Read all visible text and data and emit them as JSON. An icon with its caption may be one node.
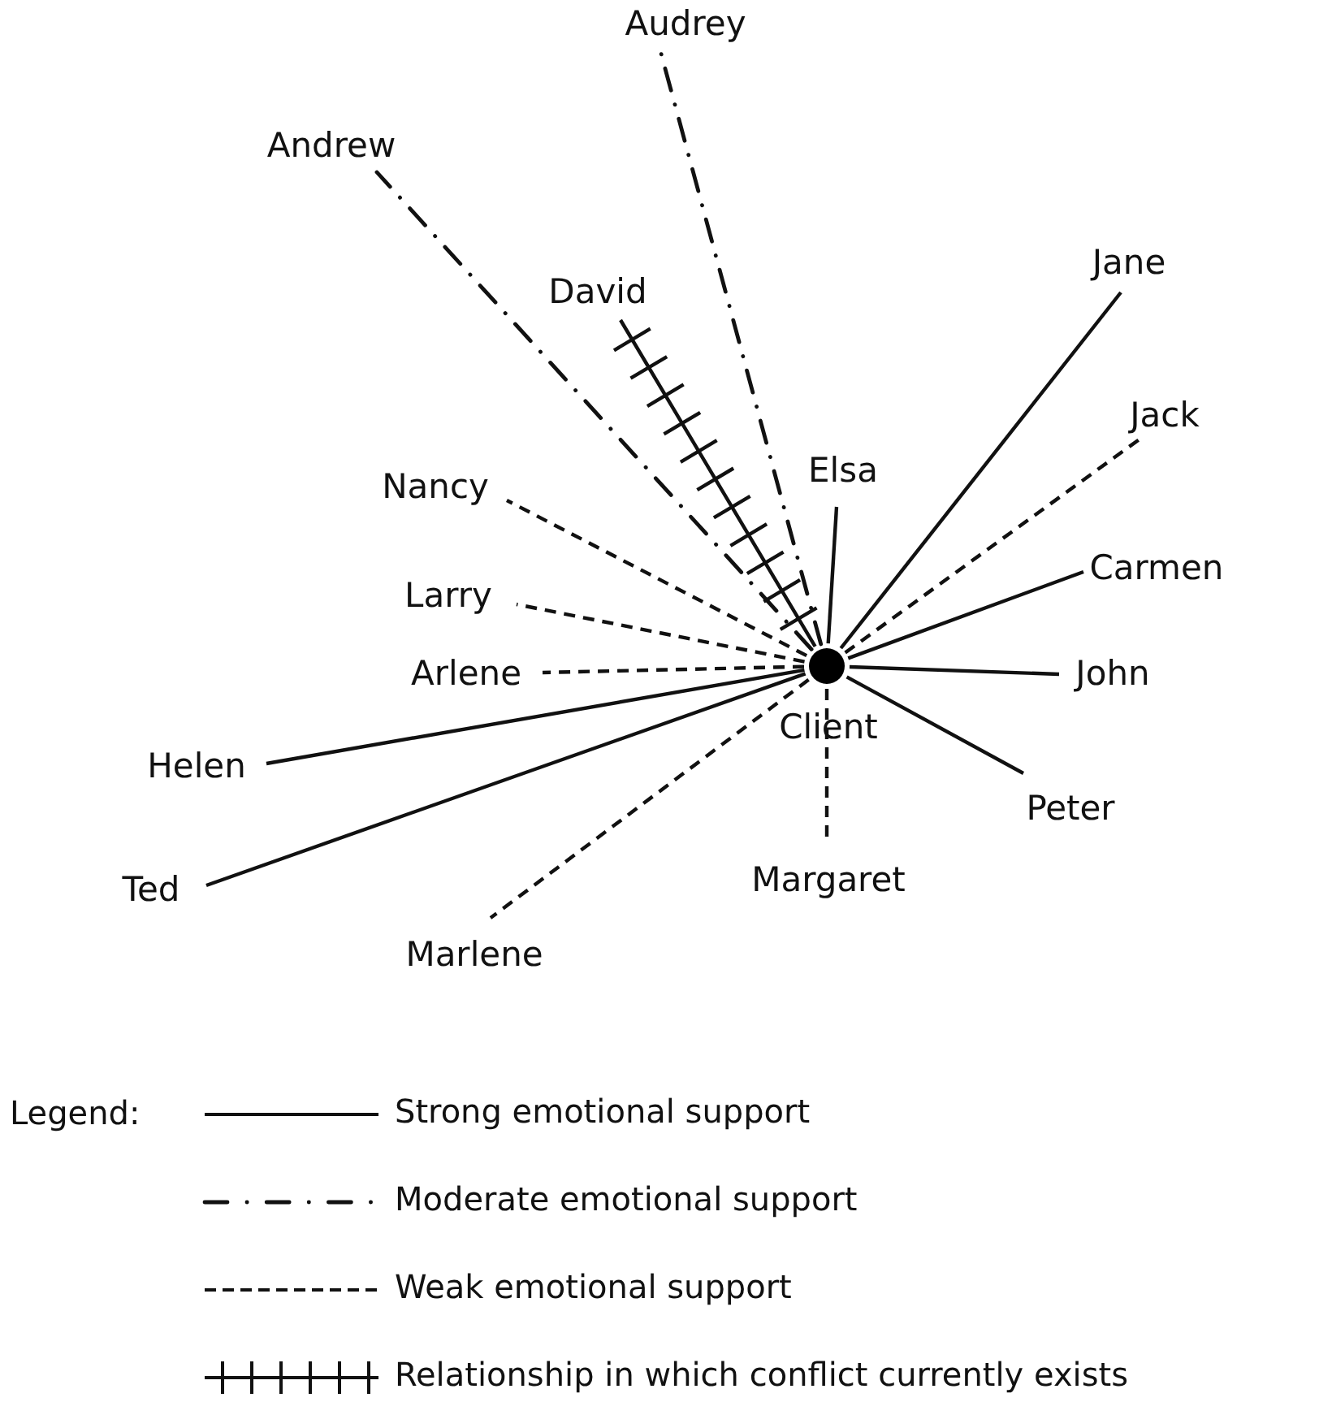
{
  "diagram": {
    "nodes": [
      {
        "text": [
          "Audrey"
        ]
      },
      {
        "text": [
          "Andrew"
        ]
      },
      {
        "text": [
          "Jane"
        ]
      },
      {
        "text": [
          "David"
        ]
      },
      {
        "text": [
          "Jack"
        ]
      },
      {
        "text": [
          "Nancy"
        ]
      },
      {
        "text": [
          "Elsa"
        ]
      },
      {
        "text": [
          "Carmen"
        ]
      },
      {
        "text": [
          "Larry"
        ]
      },
      {
        "text": [
          "Arlene"
        ]
      },
      {
        "text": [],
        "shape": "circle",
        "beside": [
          "Client"
        ]
      },
      {
        "text": [
          "John"
        ]
      },
      {
        "text": [
          "Helen"
        ]
      },
      {
        "text": [
          "Peter"
        ]
      },
      {
        "text": [
          "Ted"
        ]
      },
      {
        "text": [
          "Margaret"
        ]
      },
      {
        "text": [
          "Marlene"
        ]
      }
    ],
    "edges": [
      {
        "from": 10,
        "to": 0,
        "arrow": "none",
        "style": "dashed"
      },
      {
        "from": 10,
        "to": 1,
        "arrow": "none",
        "style": "dashed"
      },
      {
        "from": 10,
        "to": 2,
        "arrow": "none"
      },
      {
        "from": 10,
        "to": 3,
        "arrow": "none"
      },
      {
        "from": 10,
        "to": 4,
        "arrow": "none",
        "style": "dashed"
      },
      {
        "from": 10,
        "to": 5,
        "arrow": "none",
        "style": "dashed"
      },
      {
        "from": 10,
        "to": 6,
        "arrow": "none"
      },
      {
        "from": 10,
        "to": 7,
        "arrow": "none"
      },
      {
        "from": 10,
        "to": 8,
        "arrow": "none",
        "style": "dashed"
      },
      {
        "from": 10,
        "to": 9,
        "arrow": "none",
        "style": "dashed"
      },
      {
        "from": 10,
        "to": 11,
        "arrow": "none"
      },
      {
        "from": 10,
        "to": 12,
        "arrow": "none"
      },
      {
        "from": 10,
        "to": 13,
        "arrow": "none"
      },
      {
        "from": 10,
        "to": 14,
        "arrow": "none"
      },
      {
        "from": 10,
        "to": 15,
        "arrow": "none",
        "style": "dashed"
      },
      {
        "from": 10,
        "to": 16,
        "arrow": "none",
        "style": "dashed"
      }
    ],
    "labels": [
      "Legend:"
    ],
    "legend": [
      {
        "text": "Strong emotional support"
      },
      {
        "text": "Moderate emotional support"
      },
      {
        "text": "Weak emotional support"
      },
      {
        "text": "Relationship in which conflict currently exists"
      }
    ]
  }
}
